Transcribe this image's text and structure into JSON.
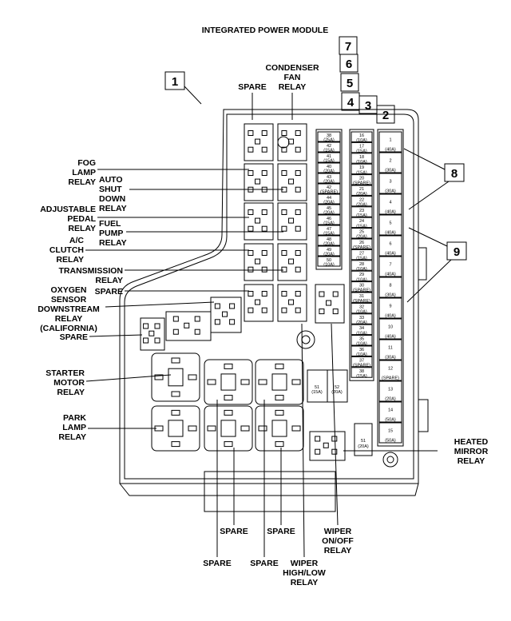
{
  "title": "INTEGRATED POWER MODULE",
  "callouts": [
    "1",
    "2",
    "3",
    "4",
    "5",
    "6",
    "7",
    "8",
    "9"
  ],
  "labels": {
    "spare_top": "SPARE",
    "condenser": [
      "CONDENSER",
      "FAN",
      "RELAY"
    ],
    "fog": [
      "FOG",
      "LAMP",
      "RELAY"
    ],
    "auto_shut": [
      "AUTO",
      "SHUT",
      "DOWN",
      "RELAY"
    ],
    "adj_pedal": [
      "ADJUSTABLE",
      "PEDAL",
      "RELAY"
    ],
    "fuel_pump": [
      "FUEL",
      "PUMP",
      "RELAY"
    ],
    "ac_clutch": [
      "A/C",
      "CLUTCH",
      "RELAY"
    ],
    "transmission": [
      "TRANSMISSION",
      "RELAY"
    ],
    "spare_mid": "SPARE",
    "oxygen": [
      "OXYGEN",
      "SENSOR",
      "DOWNSTREAM",
      "RELAY",
      "(CALIFORNIA)"
    ],
    "spare_left": "SPARE",
    "starter": [
      "STARTER",
      "MOTOR",
      "RELAY"
    ],
    "park_lamp": [
      "PARK",
      "LAMP",
      "RELAY"
    ],
    "heated_mirror": [
      "HEATED",
      "MIRROR",
      "RELAY"
    ],
    "spare_b1": "SPARE",
    "spare_b2": "SPARE",
    "spare_b3": "SPARE",
    "spare_b4": "SPARE",
    "wiper_onoff": [
      "WIPER",
      "ON/OFF",
      "RELAY"
    ],
    "wiper_highlow": [
      "WIPER",
      "HIGH/LOW",
      "RELAY"
    ]
  },
  "fuses_col1": [
    [
      "38",
      "(25A)"
    ],
    [
      "42",
      "(15A)"
    ],
    [
      "41",
      "(15A)"
    ],
    [
      "40",
      "(20A)"
    ],
    [
      "43",
      "(20A)"
    ],
    [
      "42",
      "(SPARE)"
    ],
    [
      "44",
      "(20A)"
    ],
    [
      "45",
      "(20A)"
    ],
    [
      "46",
      "(15A)"
    ],
    [
      "47",
      "(15A)"
    ],
    [
      "48",
      "(20A)"
    ],
    [
      "49",
      "(20A)"
    ],
    [
      "50",
      "(10A)"
    ]
  ],
  "fuses_col2": [
    [
      "16",
      "(10A)"
    ],
    [
      "17",
      "(15A)"
    ],
    [
      "18",
      "(10A)"
    ],
    [
      "19",
      "(15A)"
    ],
    [
      "20",
      "(SPARE)"
    ],
    [
      "21",
      "(20A)"
    ],
    [
      "22",
      "(20A)"
    ],
    [
      "23",
      "(15A)"
    ],
    [
      "24",
      "(15A)"
    ],
    [
      "25",
      "(20A)"
    ],
    [
      "26",
      "(SPARE)"
    ],
    [
      "27",
      "(15A)"
    ],
    [
      "28",
      "(10A)"
    ],
    [
      "29",
      "(10A)"
    ],
    [
      "30",
      "(SPARE)"
    ],
    [
      "31",
      "(SPARE)"
    ],
    [
      "32",
      "(10A)"
    ],
    [
      "33",
      "(20A)"
    ],
    [
      "34",
      "(10A)"
    ],
    [
      "35",
      "(10A)"
    ],
    [
      "36",
      "(10A)"
    ],
    [
      "37",
      "(SPARE)"
    ],
    [
      "38",
      "(15A)"
    ]
  ],
  "fuses_big": [
    [
      "1",
      "(40A)"
    ],
    [
      "2",
      "(30A)"
    ],
    [
      "3",
      "(30A)"
    ],
    [
      "4",
      "(40A)"
    ],
    [
      "5",
      "(40A)"
    ],
    [
      "6",
      "(40A)"
    ],
    [
      "7",
      "(40A)"
    ],
    [
      "8",
      "(30A)"
    ],
    [
      "9",
      "(40A)"
    ],
    [
      "10",
      "(40A)"
    ],
    [
      "11",
      "(30A)"
    ],
    [
      "12",
      "(SPARE)"
    ],
    [
      "13",
      "(20A)"
    ],
    [
      "14",
      "(50A)"
    ],
    [
      "15",
      "(50A)"
    ]
  ],
  "fuses_lower": [
    [
      "51",
      "(15A)"
    ],
    [
      "52",
      "(20A)"
    ]
  ],
  "fuse_heated": [
    "51",
    "(20A)"
  ]
}
